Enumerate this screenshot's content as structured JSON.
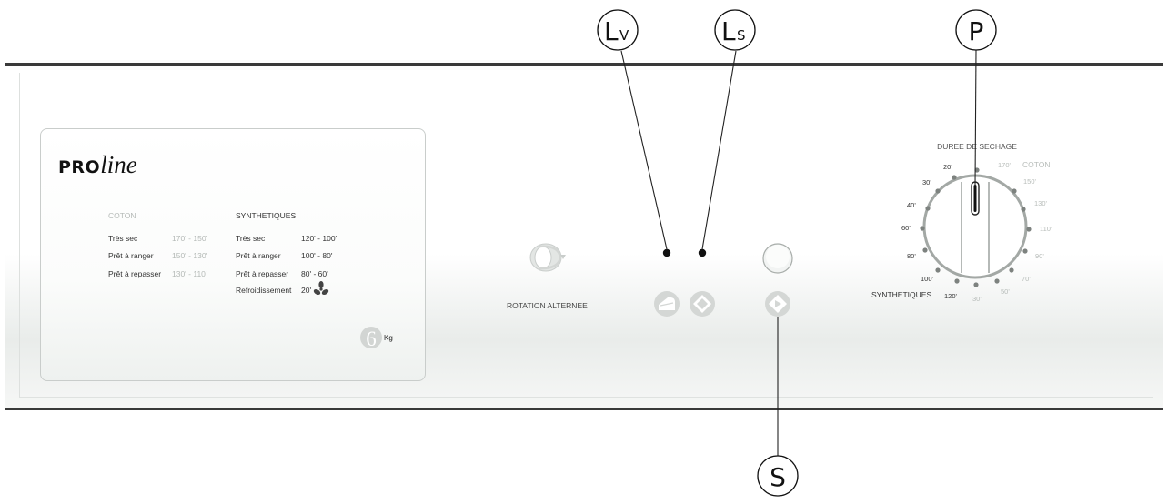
{
  "brand": {
    "part1": "PRO",
    "part2": "line"
  },
  "table": {
    "coton_header": "COTON",
    "synth_header": "SYNTHETIQUES",
    "rows": [
      {
        "label": "Très sec",
        "coton": "170' - 150'",
        "synth_label": "Très sec",
        "synth": "120' - 100'"
      },
      {
        "label": "Prêt à ranger",
        "coton": "150' - 130'",
        "synth_label": "Prêt à ranger",
        "synth": "100' - 80'"
      },
      {
        "label": "Prêt à repasser",
        "coton": "130' - 110'",
        "synth_label": "Prêt à repasser",
        "synth": "80' - 60'"
      }
    ],
    "cooling_label": "Refroidissement",
    "cooling_value": "20'",
    "fan_icon": "fan-icon"
  },
  "capacity": {
    "number": "6",
    "unit": "Kg"
  },
  "rotation_label": "ROTATION ALTERNEE",
  "callouts": {
    "lv_main": "L",
    "lv_sub": "V",
    "ls_main": "L",
    "ls_sub": "S",
    "p": "P",
    "s": "S"
  },
  "dial": {
    "title": "DUREE DE SECHAGE",
    "coton_label": "COTON",
    "synth_label": "SYNTHETIQUES",
    "synth_marks": [
      "20'",
      "30'",
      "40'",
      "60'",
      "80'",
      "100'",
      "120'"
    ],
    "coton_marks": [
      "170'",
      "150'",
      "130'",
      "110'",
      "90'",
      "70'",
      "50'",
      "30'"
    ]
  },
  "icons": {
    "rotation": "rotation-drum-icon",
    "lv": "iron-icon",
    "ls": "diamond-icon",
    "start": "start-icon"
  }
}
